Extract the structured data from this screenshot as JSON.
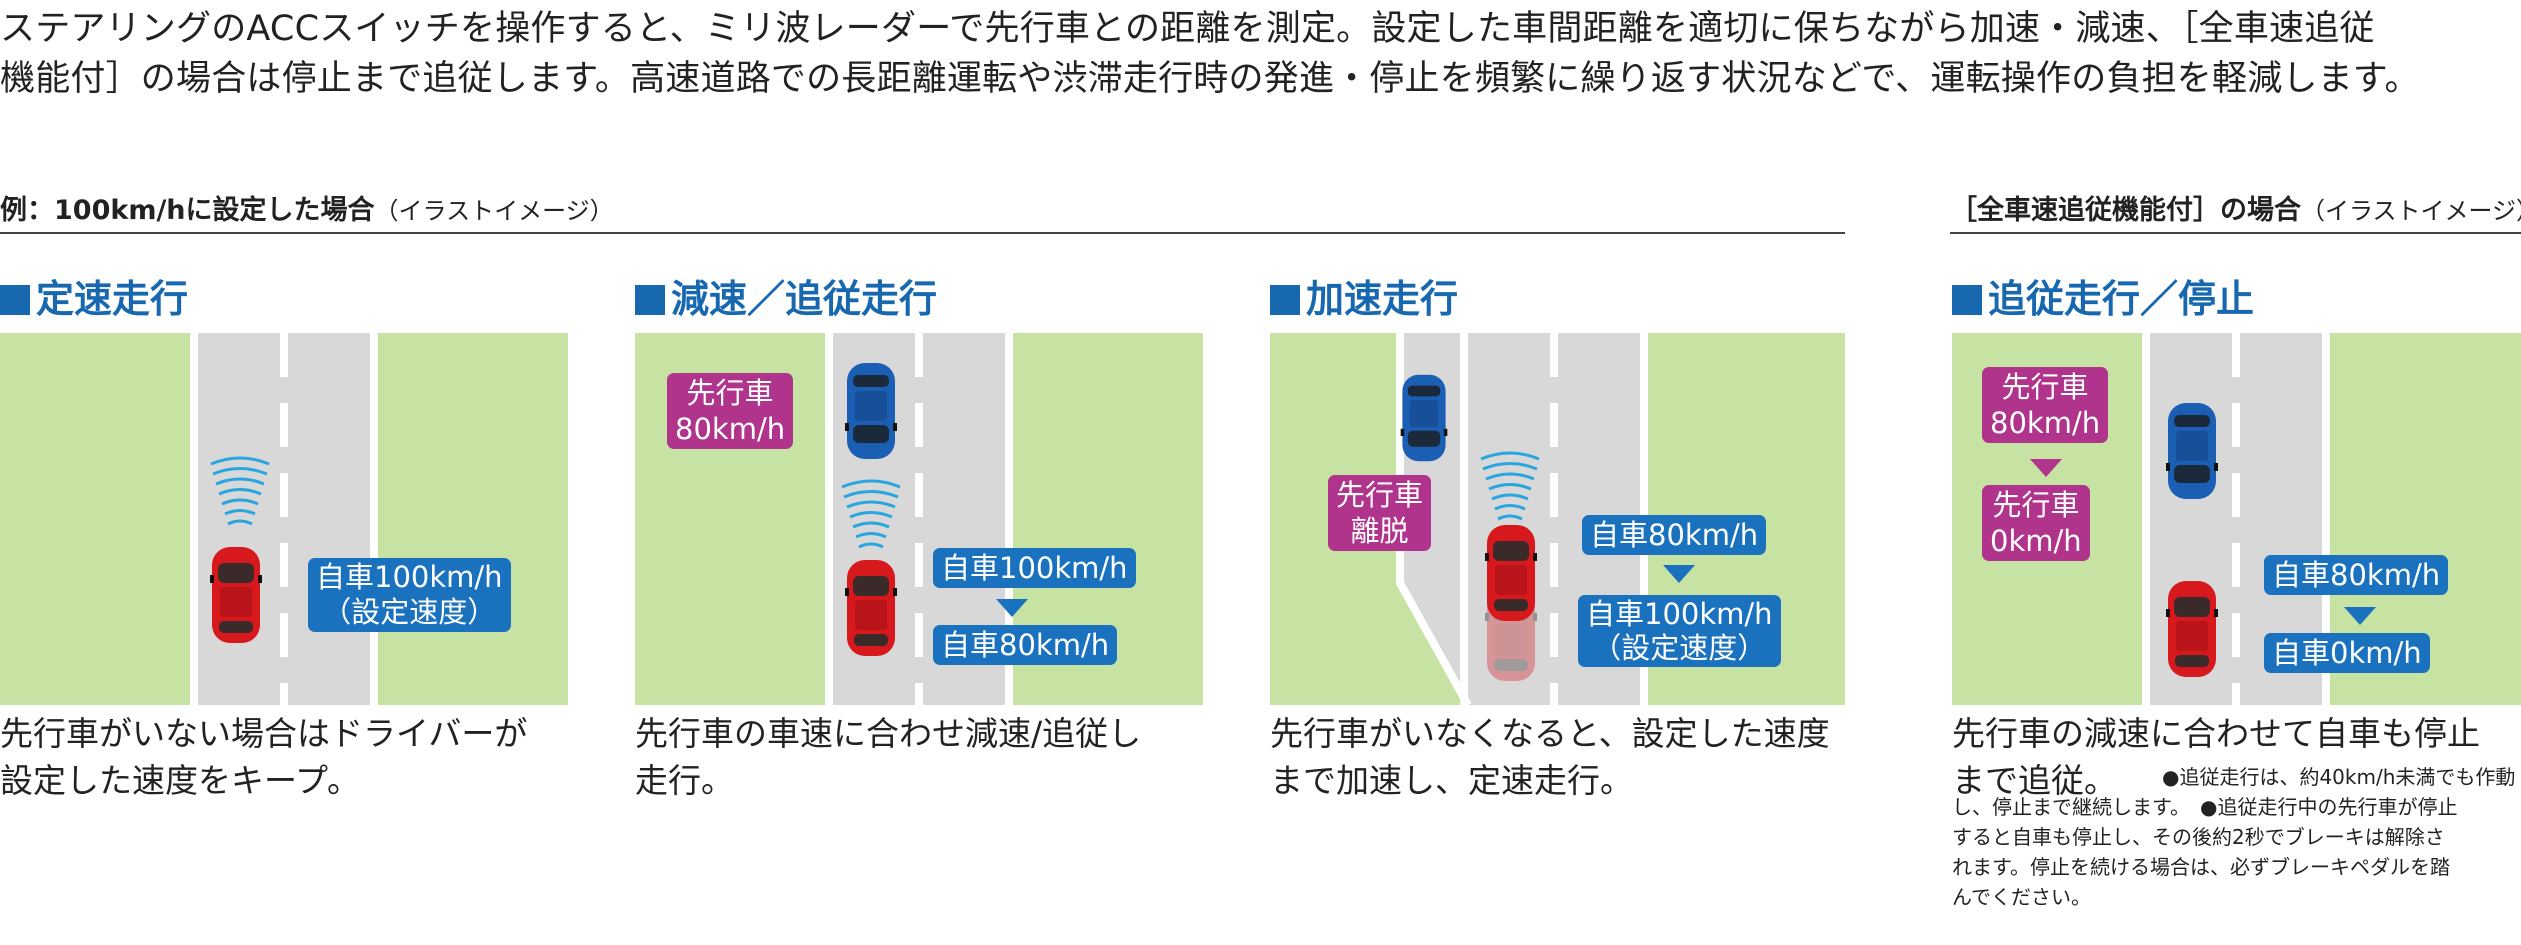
{
  "intro": {
    "line1": "ステアリングのACCスイッチを操作すると、ミリ波レーダーで先行車との距離を測定。設定した車間距離を適切に保ちながら加速・減速、［全車速追従",
    "line2": "機能付］の場合は停止まで追従します。高速道路での長距離運転や渋滞走行時の発進・停止を頻繁に繰り返す状況などで、運転操作の負担を軽減します。"
  },
  "example_caption": {
    "title": "例：100km/hに設定した場合",
    "sub": "（イラストイメージ）"
  },
  "fullspeed_caption": {
    "title": "［全車速追従機能付］の場合",
    "sub": "（イラストイメージ）"
  },
  "colors": {
    "accent_blue": "#1868b0",
    "tag_blue": "#1a72bf",
    "tag_magenta": "#b0338c",
    "grass": "#c7e3a3",
    "road": "#d8d8d8",
    "car_red": "#d7191e",
    "car_blue": "#1b5fb5"
  },
  "panels": [
    {
      "title": "定速走行",
      "tags": [
        "自車100km/h",
        "（設定速度）"
      ],
      "desc": [
        "先行車がいない場合はドライバーが",
        "設定した速度をキープ。"
      ]
    },
    {
      "title": "減速／追従走行",
      "lead_tag": [
        "先行車",
        "80km/h"
      ],
      "tag_top": "自車100km/h",
      "tag_bottom": "自車80km/h",
      "desc": [
        "先行車の車速に合わせ減速/追従し",
        "走行。"
      ]
    },
    {
      "title": "加速走行",
      "lead_tag": [
        "先行車",
        "離脱"
      ],
      "tag_top": "自車80km/h",
      "tag_bottom": [
        "自車100km/h",
        "（設定速度）"
      ],
      "desc": [
        "先行車がいなくなると、設定した速度",
        "まで加速し、定速走行。"
      ]
    },
    {
      "title": "追従走行／停止",
      "lead_tag_top": [
        "先行車",
        "80km/h"
      ],
      "lead_tag_bottom": [
        "先行車",
        "0km/h"
      ],
      "tag_top": "自車80km/h",
      "tag_bottom": "自車0km/h",
      "desc": [
        "先行車の減速に合わせて自車も停止",
        "まで追従。"
      ],
      "note": [
        "●追従走行は、約40km/h未満でも作動",
        "し、停止まで継続します。　●追従走行中の先行車が停止",
        "すると自車も停止し、その後約2秒でブレーキは解除さ",
        "れます。停止を続ける場合は、必ずブレーキペダルを踏",
        "んでください。"
      ]
    }
  ]
}
